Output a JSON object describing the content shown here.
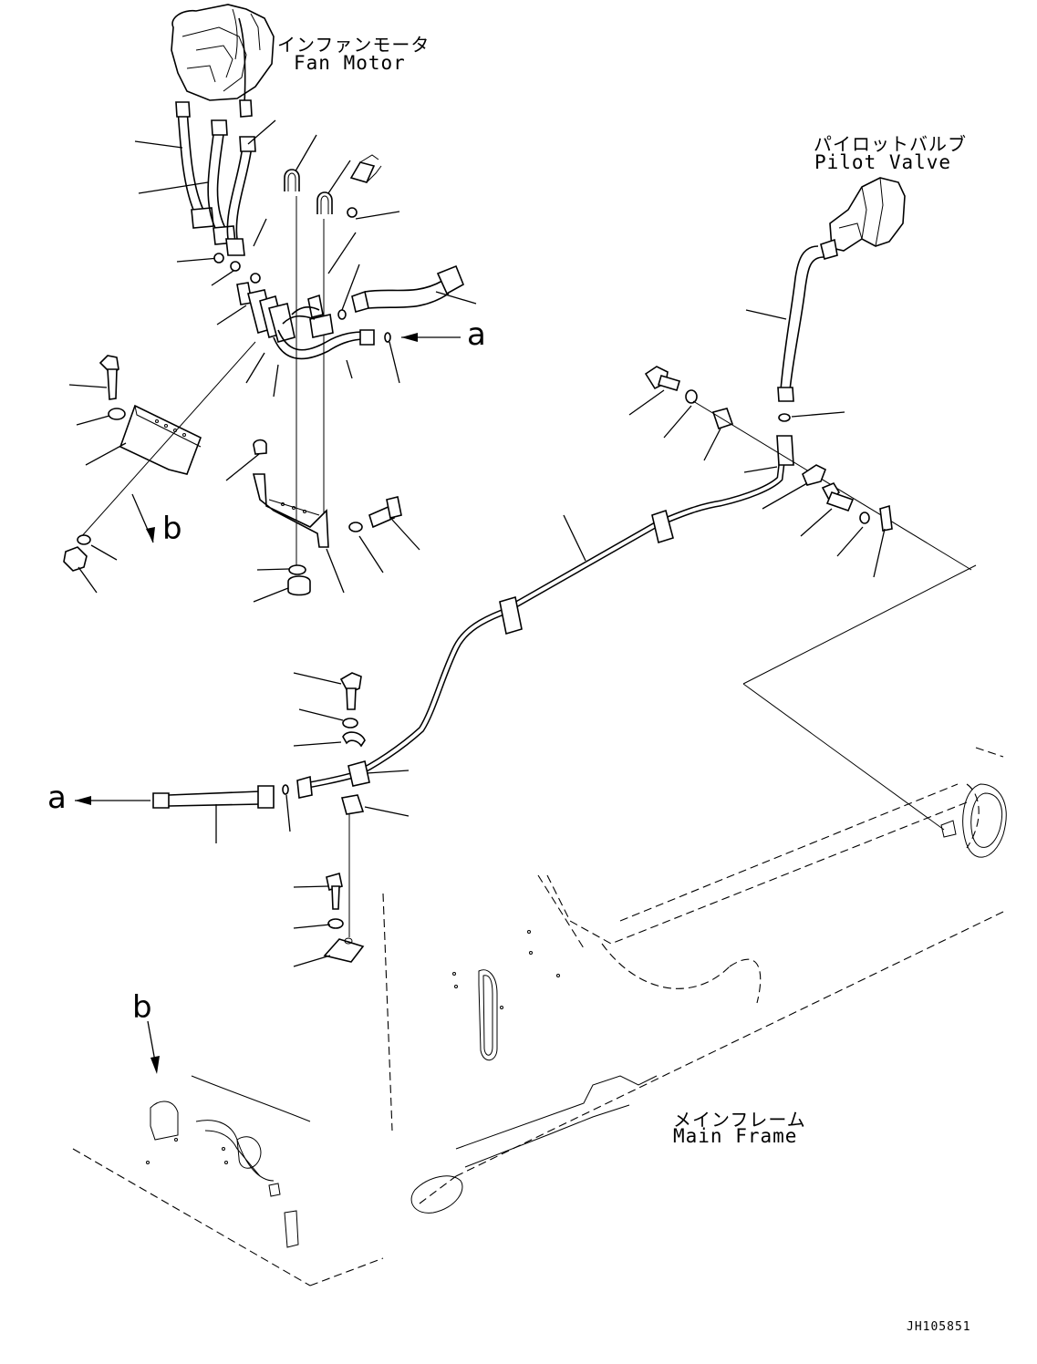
{
  "labels": {
    "fan_motor_jp": "インファンモータ",
    "fan_motor_en": "Fan Motor",
    "pilot_valve_jp": "パイロットバルブ",
    "pilot_valve_en": "Pilot Valve",
    "main_frame_jp": "メインフレーム",
    "main_frame_en": "Main Frame",
    "ref_a": "a",
    "ref_b": "b",
    "drawing_code": "JH105851"
  }
}
